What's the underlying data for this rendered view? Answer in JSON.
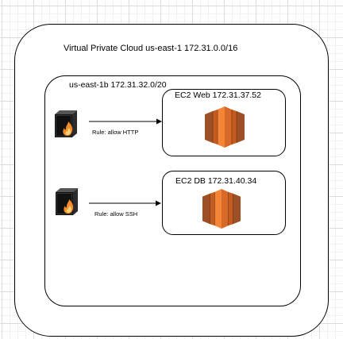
{
  "vpc": {
    "label": "Virtual Private Cloud us-east-1 172.31.0.0/16"
  },
  "subnet": {
    "label": "us-east-1b 172.31.32.0/20"
  },
  "instances": [
    {
      "label": "EC2 Web 172.31.37.52",
      "icon": "ec2-instance-icon"
    },
    {
      "label": "EC2 DB 172.31.40.34",
      "icon": "ec2-instance-icon"
    }
  ],
  "rules": [
    {
      "label": "Rule: allow HTTP",
      "icon": "firewall-icon"
    },
    {
      "label": "Rule: allow SSH",
      "icon": "firewall-icon"
    }
  ],
  "colors": {
    "ec2_dark": "#9d5025",
    "ec2_mid": "#c45c22",
    "ec2_light": "#f58536",
    "firewall_dark": "#1a1a1a",
    "flame": "#f28c28"
  }
}
